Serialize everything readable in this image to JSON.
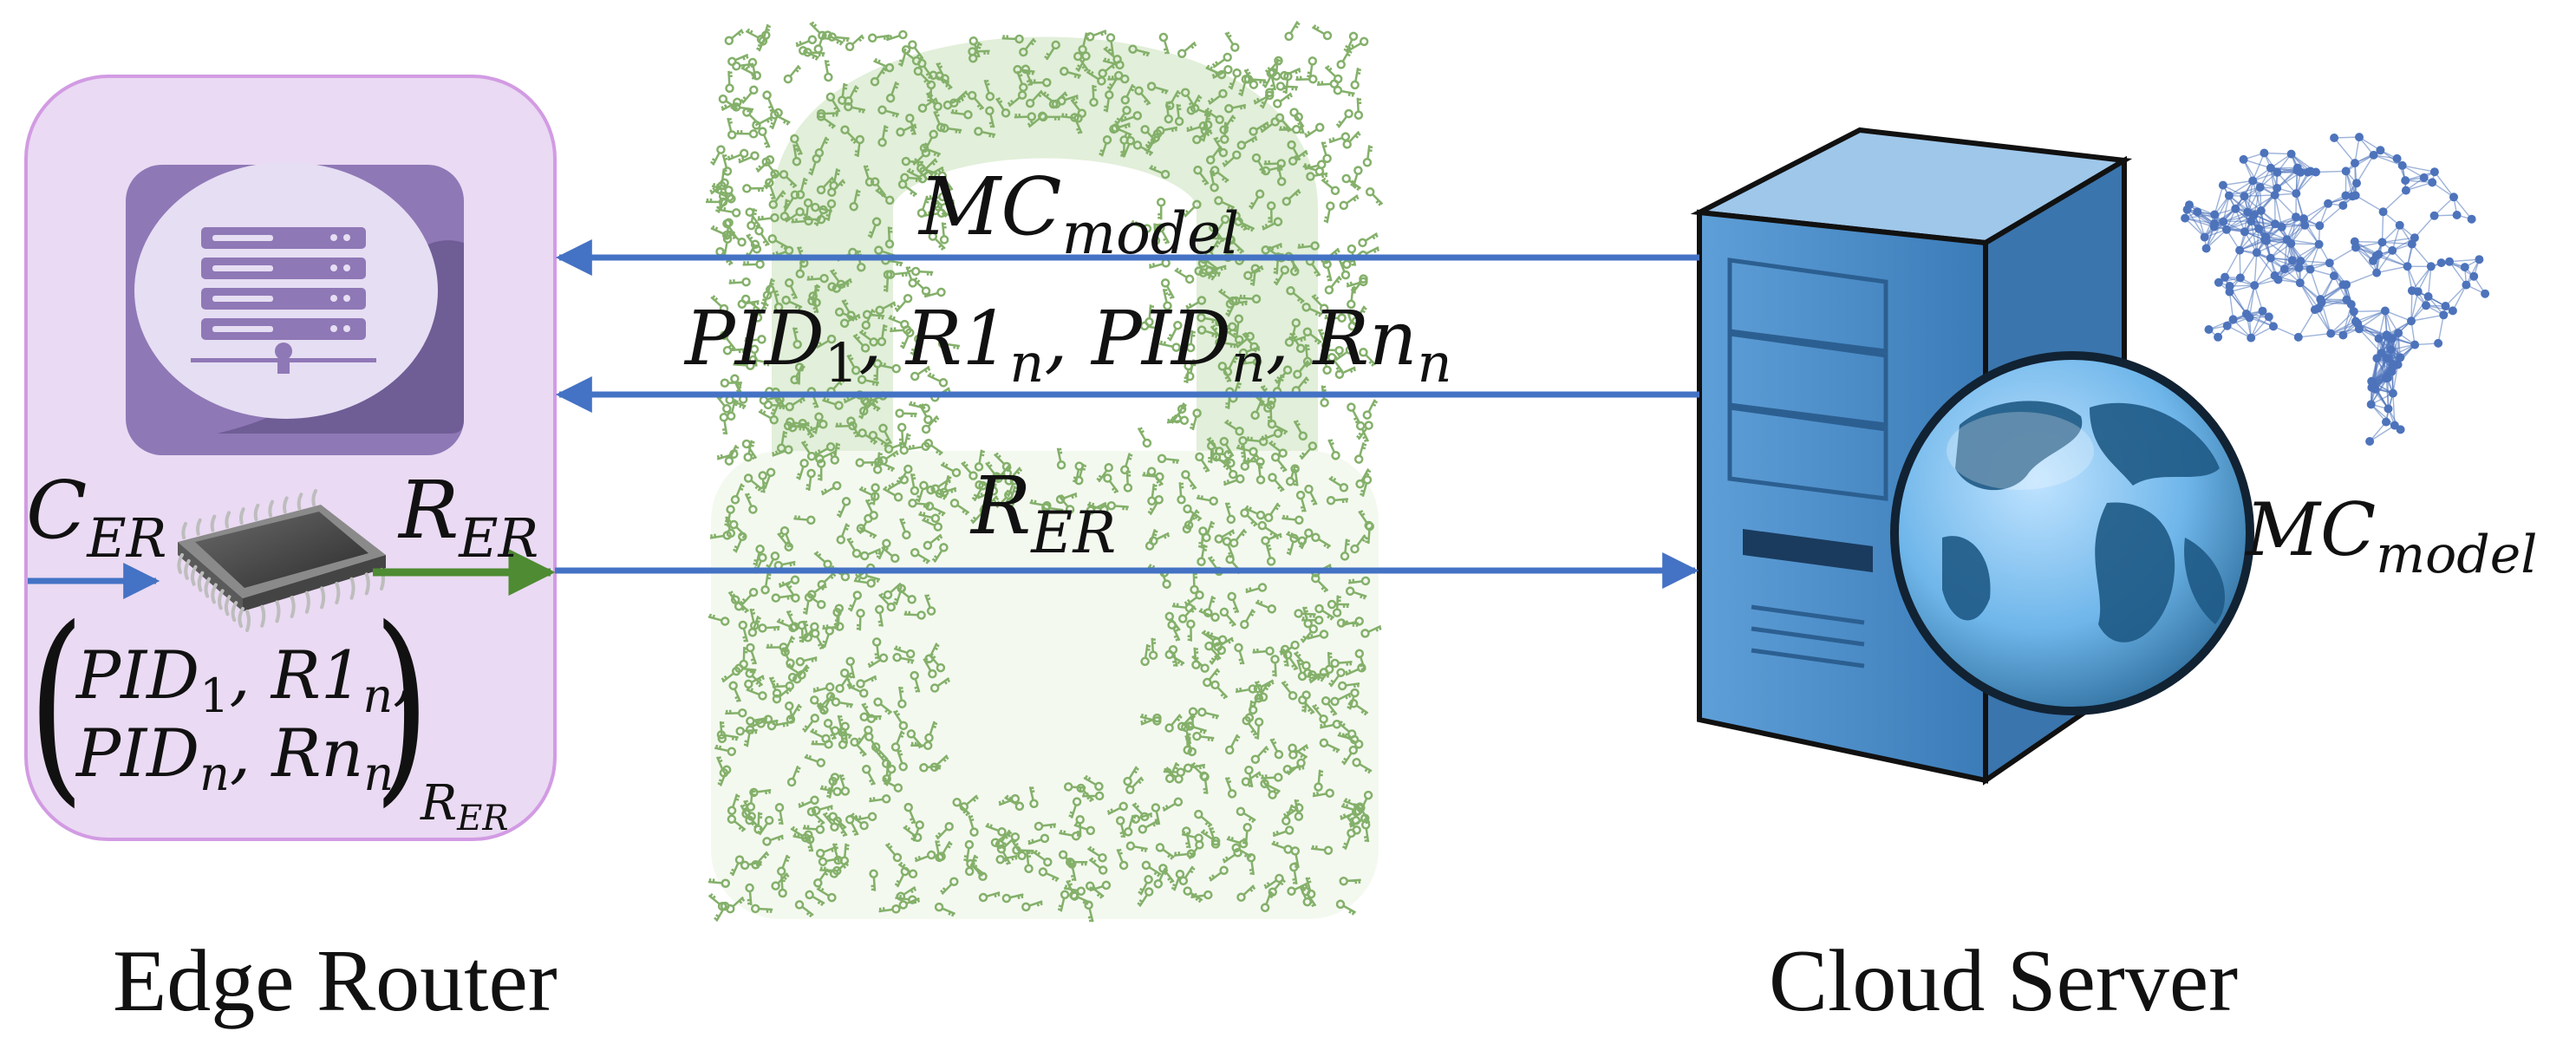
{
  "edge_router": {
    "caption": "Edge Router",
    "input_label": {
      "base": "C",
      "sub": "ER"
    },
    "output_label": {
      "base": "R",
      "sub": "ER"
    },
    "stored_tuple": {
      "line1": [
        "PID",
        "1",
        ", R1",
        "n",
        ","
      ],
      "line2": [
        "PID",
        "n",
        ", Rn",
        "n"
      ],
      "outer_sub": "R",
      "outer_sub_sub": "ER"
    }
  },
  "cloud_server": {
    "caption": "Cloud Server",
    "model_label": {
      "base": "MC",
      "sub": "model"
    }
  },
  "messages": [
    {
      "direction": "cloud-to-router",
      "parts": [
        [
          "MC",
          ""
        ],
        [
          "model",
          "sub"
        ]
      ]
    },
    {
      "direction": "cloud-to-router",
      "parts": [
        [
          "PID",
          ""
        ],
        [
          "1",
          "sub"
        ],
        [
          ", R1",
          ""
        ],
        [
          "n",
          "sub"
        ],
        [
          ", PID",
          ""
        ],
        [
          "n",
          "sub"
        ],
        [
          ", Rn",
          ""
        ],
        [
          "n",
          "sub"
        ]
      ]
    },
    {
      "direction": "router-to-cloud",
      "parts": [
        [
          "R",
          ""
        ],
        [
          "ER",
          "sub"
        ]
      ]
    }
  ],
  "colors": {
    "router_panel_fill": "#eadaf3",
    "router_panel_stroke": "#d29be3",
    "router_icon_bg": "#8f78b6",
    "router_icon_circle": "#e6def3",
    "arrow_blue": "#4472c4",
    "arrow_green": "#4e8b32",
    "lock_green": "#77a85a",
    "server_blue": "#5b9bd5",
    "brain_blue": "#2f5bb0"
  },
  "icons": [
    "server-rack-icon",
    "microchip-icon",
    "lock-pattern-icon",
    "tower-server-icon",
    "globe-icon",
    "brain-network-icon"
  ]
}
